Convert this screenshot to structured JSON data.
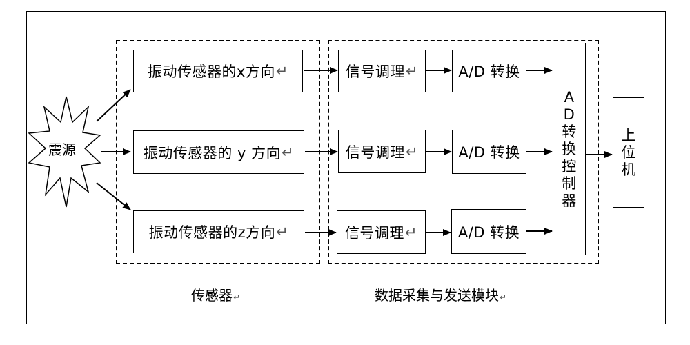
{
  "source": {
    "label": "震源"
  },
  "sensors": [
    {
      "label": "振动传感器的x方向"
    },
    {
      "label": "振动传感器的 y 方向"
    },
    {
      "label": "振动传感器的z方向"
    }
  ],
  "conditioning": [
    {
      "label": "信号调理"
    },
    {
      "label": "信号调理"
    },
    {
      "label": "信号调理"
    }
  ],
  "adc": [
    {
      "label": "A/D 转换"
    },
    {
      "label": "A/D 转换"
    },
    {
      "label": "A/D 转换"
    }
  ],
  "controller": {
    "chars": [
      "A",
      "D",
      "转",
      "换",
      "控",
      "制",
      "器"
    ]
  },
  "host": {
    "chars": [
      "上",
      "位",
      "机"
    ]
  },
  "groups": {
    "sensor_group": "传感器",
    "acquisition_group": "数据采集与发送模块"
  },
  "return_mark": "↵"
}
